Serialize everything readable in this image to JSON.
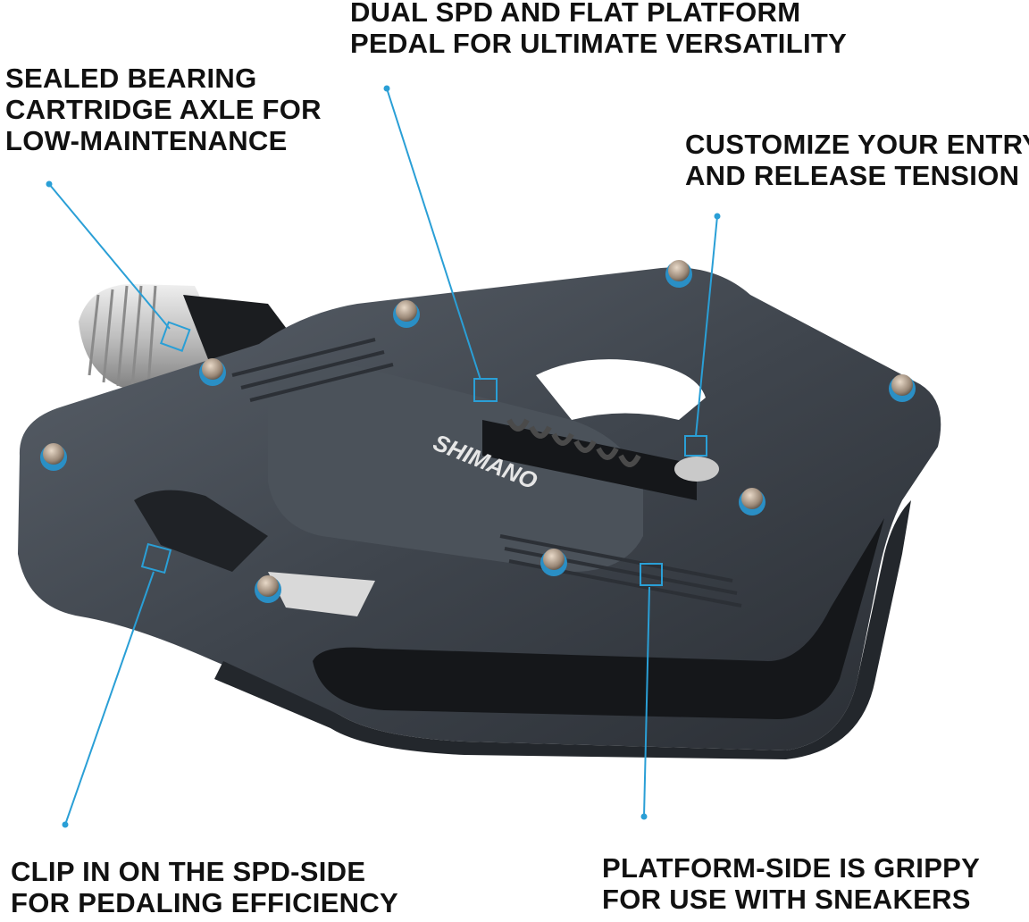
{
  "brand_mark": "SHIMANO",
  "colors": {
    "pointer": "#2a9fd6",
    "pedal_body": "#3f454d",
    "pedal_dark": "#23272c",
    "axle_silver": "#c9c9c9",
    "text": "#111111"
  },
  "callouts": {
    "dual": [
      "DUAL SPD AND FLAT PLATFORM",
      "PEDAL FOR ULTIMATE VERSATILITY"
    ],
    "bearing": [
      "SEALED BEARING",
      "CARTRIDGE AXLE FOR",
      "LOW-MAINTENANCE"
    ],
    "tension": [
      "CUSTOMIZE YOUR ENTRY",
      "AND RELEASE TENSION"
    ],
    "clip": [
      "CLIP IN ON THE SPD-SIDE",
      "FOR PEDALING EFFICIENCY"
    ],
    "platform": [
      "PLATFORM-SIDE IS GRIPPY",
      "FOR USE WITH SNEAKERS"
    ]
  }
}
